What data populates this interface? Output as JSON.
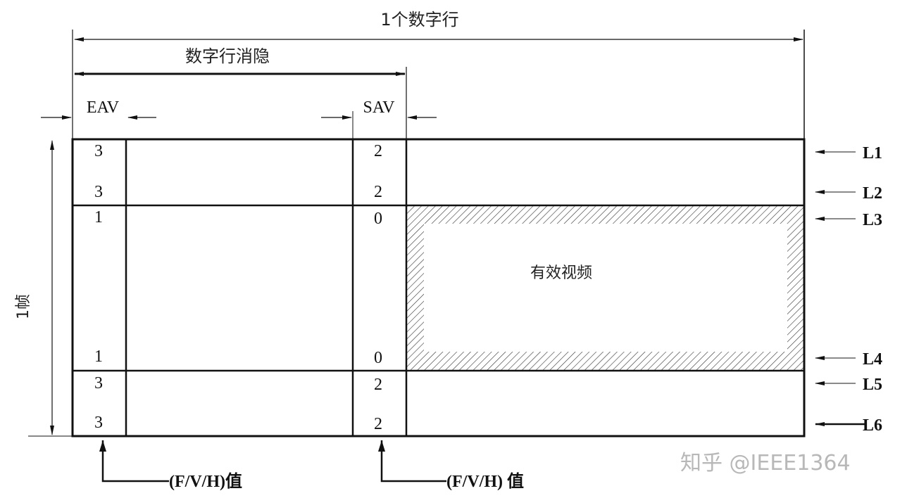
{
  "title": {
    "line_total": "1个数字行",
    "line_blanking": "数字行消隐",
    "eav": "EAV",
    "sav": "SAV",
    "frame": "1帧"
  },
  "active_video_label": "有效视频",
  "rows": [
    {
      "line": "L1",
      "eav": "3",
      "sav": "2"
    },
    {
      "line": "L2",
      "eav": "3",
      "sav": "2"
    },
    {
      "line": "L3",
      "eav": "1",
      "sav": "0"
    },
    {
      "line": "L4",
      "eav": "1",
      "sav": "0"
    },
    {
      "line": "L5",
      "eav": "3",
      "sav": "2"
    },
    {
      "line": "L6",
      "eav": "3",
      "sav": "2"
    }
  ],
  "callouts": {
    "eav_value": "(F/V/H)值",
    "sav_value": "(F/V/H) 值"
  },
  "watermark": "知乎 @IEEE1364",
  "colors": {
    "line": "#111111",
    "hatch": "#333333",
    "watermark": "#b8b8b8"
  }
}
